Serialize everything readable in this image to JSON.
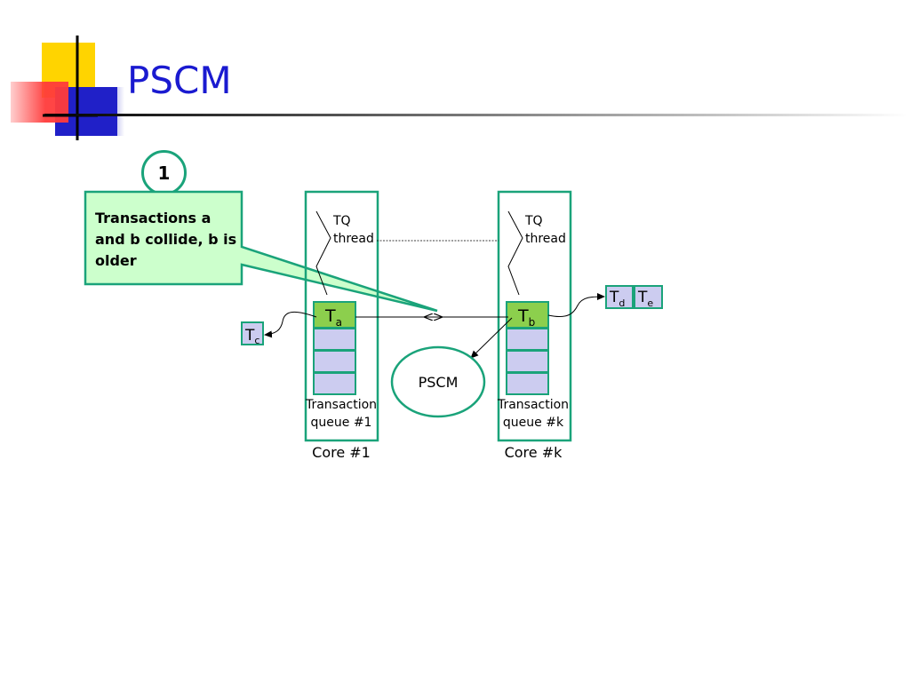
{
  "slide": {
    "title": "PSCM",
    "step_number": "1",
    "callout": "Transactions a and b collide, b is older"
  },
  "diagram": {
    "cores": [
      {
        "thread_label_line1": "TQ",
        "thread_label_line2": "thread",
        "queue_label_line1": "Transaction",
        "queue_label_line2": "queue #1",
        "core_label": "Core #1",
        "head_txn": {
          "base": "T",
          "sub": "a"
        }
      },
      {
        "thread_label_line1": "TQ",
        "thread_label_line2": "thread",
        "queue_label_line1": "Transaction",
        "queue_label_line2": "queue #k",
        "core_label": "Core #k",
        "head_txn": {
          "base": "T",
          "sub": "b"
        }
      }
    ],
    "pscm_label": "PSCM",
    "txn_c": {
      "base": "T",
      "sub": "c"
    },
    "txn_d": {
      "base": "T",
      "sub": "d"
    },
    "txn_e": {
      "base": "T",
      "sub": "e"
    }
  },
  "colors": {
    "title": "#1a1ad0",
    "green_border": "#1aa37a",
    "callout_fill": "#ccffcc",
    "txn_head_fill": "#8ccf4d",
    "queue_slot_fill": "#ccccf0"
  }
}
